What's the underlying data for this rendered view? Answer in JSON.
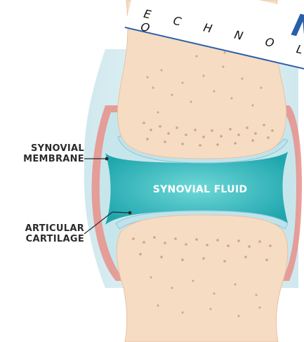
{
  "labels": {
    "synovial_membrane": [
      "SYNOVIAL",
      "MEMBRANE"
    ],
    "articular_cartilage": [
      "ARTICULAR",
      "CARTILAGE"
    ],
    "synovial_fluid": "SYNOVIAL FLUID"
  },
  "watermark": {
    "letters": "E C H N O L O",
    "partial_logo": "NO"
  },
  "colors": {
    "bone": "#f6dcc3",
    "bone_speckle": "#c49a6c",
    "cartilage": "#d8eef3",
    "synovial_fluid": "#3fc1c4",
    "membrane": "#e88f88",
    "capsule": "#b9dee6",
    "label_text": "#2b2b2b",
    "watermark_blue": "#2a5ea8"
  }
}
